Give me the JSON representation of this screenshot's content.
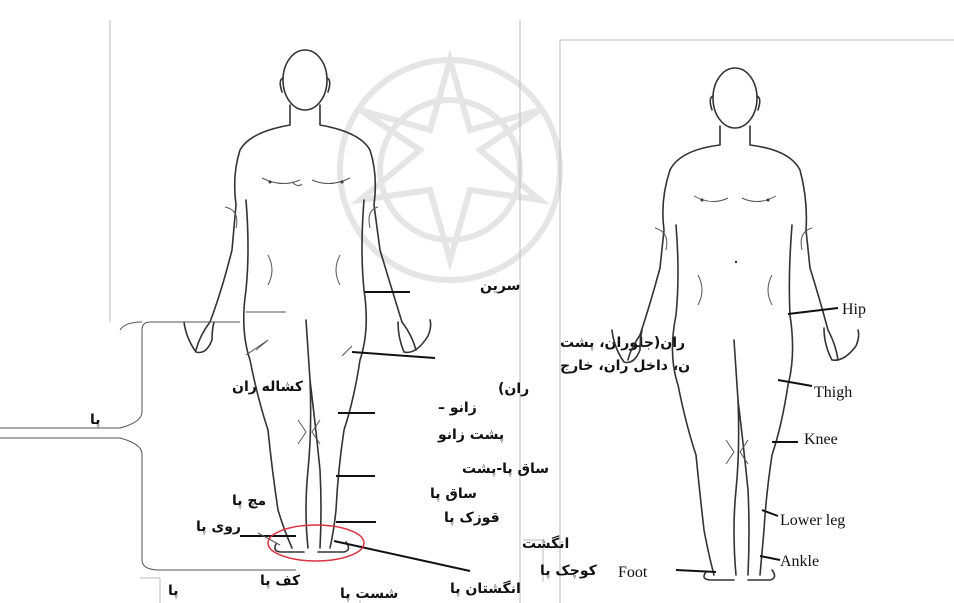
{
  "left_labels": {
    "hip": "سرین",
    "thigh_l1": "ران(جلوران، پشت",
    "thigh_l2": "ن، داخل ران، خارج",
    "thigh_l3": "ران)",
    "groin": "کشاله ران",
    "leg": "پا",
    "knee_l1": "زانو –",
    "knee_l2": "پشت زانو",
    "shin_l1": "ساق پا-پشت",
    "shin_l2": "ساق پا",
    "ankle_bone": "قوزک پا",
    "wrist_foot": "مچ پا",
    "top_foot": "روی پا",
    "little_toe_l1": "انگشت",
    "little_toe_l2": "کوچک پا",
    "sole": "کف پا",
    "foot": "پا",
    "big_toe": "شست پا",
    "toes": "انگشتان پا"
  },
  "right_labels": {
    "hip": "Hip",
    "thigh": "Thigh",
    "knee": "Knee",
    "lower_leg": "Lower leg",
    "ankle": "Ankle",
    "foot": "Foot"
  }
}
